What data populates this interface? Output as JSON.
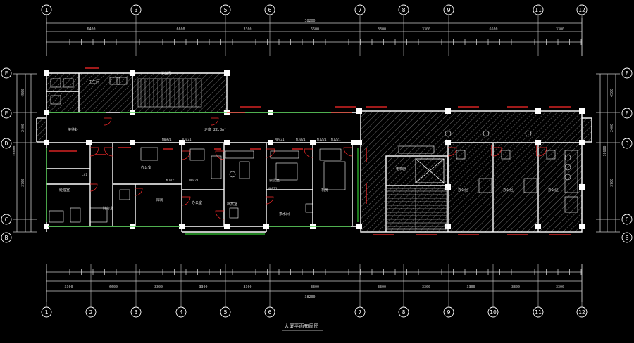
{
  "drawing": {
    "title": "大厦平面布局图"
  },
  "colors": {
    "background": "#000000",
    "wall": "#ffffff",
    "dimension": "#c8c8c8",
    "door": "#ff2b2b",
    "window": "#33cc33",
    "hatch": "#8a8a8a",
    "fixture": "#ff3030"
  },
  "axes": {
    "top": [
      "1",
      "3",
      "5",
      "6",
      "7",
      "8",
      "9",
      "11",
      "12"
    ],
    "bottom": [
      "1",
      "2",
      "3",
      "4",
      "5",
      "6",
      "7",
      "8",
      "9",
      "10",
      "11",
      "12"
    ],
    "left": [
      "F",
      "E",
      "D",
      "C",
      "B"
    ],
    "right": [
      "F",
      "E",
      "D",
      "C",
      "B"
    ]
  },
  "dimensions": {
    "top_total": "38200",
    "top_mid": [
      "6400",
      "6600",
      "3300",
      "6600",
      "3300",
      "3300",
      "6600",
      "3300"
    ],
    "bottom_total": "38200",
    "bottom_mid": [
      "3300",
      "6600",
      "3300",
      "3300",
      "3300",
      "3300",
      "3300",
      "3300",
      "3300",
      "3300",
      "3300"
    ],
    "left_total": "10600",
    "right_total": "10600",
    "left_parts": [
      "4500",
      "2400",
      "3700"
    ],
    "right_parts": [
      "4500",
      "2400",
      "3700"
    ]
  },
  "rooms": {
    "corridor_area": "走廊 22.8m²",
    "reception": "接待处",
    "office1": "办公室",
    "office2": "办公室",
    "meeting": "会议室",
    "manager": "经理室",
    "finance": "财务室",
    "storage": "库房",
    "tea": "茶水间",
    "toilet": "卫生间",
    "stair": "楼梯间",
    "lobby": "电梯厅",
    "office_a": "办公区",
    "office_b": "办公区",
    "office_c": "办公区",
    "archive": "档案室",
    "server": "机房"
  },
  "door_tags": [
    "M0921",
    "M1021",
    "M0921",
    "M0921",
    "M1021",
    "M1221",
    "M0921",
    "LC1",
    "M1021",
    "M1221"
  ]
}
